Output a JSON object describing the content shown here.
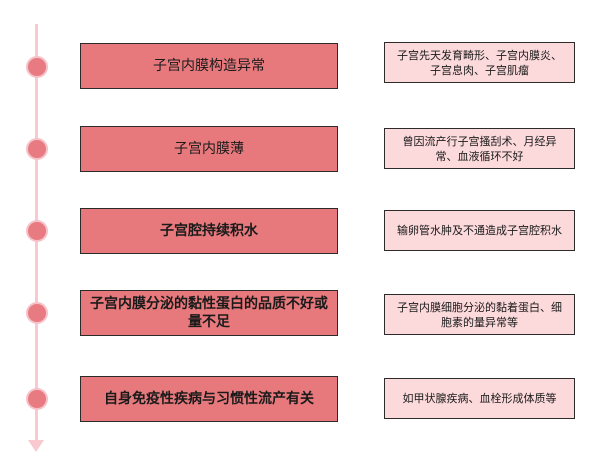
{
  "colors": {
    "timeline": "#f8c9cf",
    "dot": "#e87a82",
    "cause_fill": "#e7797d",
    "detail_fill": "#fcd9db",
    "border": "#2b2b2b"
  },
  "items": [
    {
      "cause": "子宫内膜构造异常",
      "detail": "子宫先天发育畸形、子宫内膜炎、子宫息肉、子宫肌瘤"
    },
    {
      "cause": "子宫内膜薄",
      "detail": "曾因流产行子宫搔刮术、月经异常、血液循环不好"
    },
    {
      "cause": "子宫腔持续积水",
      "detail": "输卵管水肿及不通造成子宫腔积水"
    },
    {
      "cause": "子宫内膜分泌的黏性蛋白的品质不好或量不足",
      "detail": "子宫内膜细胞分泌的黏着蛋白、细胞素的量异常等"
    },
    {
      "cause": "自身免疫性疾病与习惯性流产有关",
      "detail": "如甲状腺疾病、血栓形成体质等"
    }
  ]
}
